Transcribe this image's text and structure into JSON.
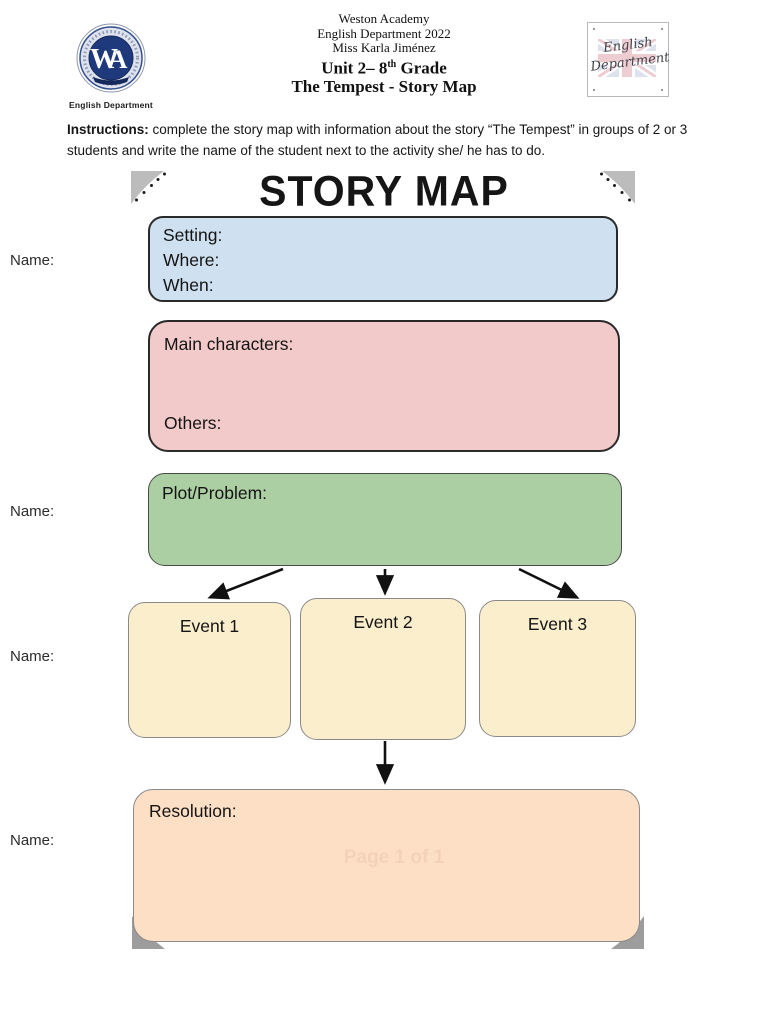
{
  "header": {
    "line1": "Weston Academy",
    "line2": "English Department 2022",
    "line3": "Miss Karla Jiménez",
    "unit_prefix": "Unit 2– 8",
    "unit_sup": "th",
    "unit_suffix": " Grade",
    "title": "The Tempest - Story Map",
    "seal_monogram": "WA",
    "seal_caption": "English Department",
    "stamp_line1": "English",
    "stamp_line2": "Department"
  },
  "instructions": {
    "label": "Instructions:",
    "body": " complete the story map with information about the story “The Tempest” in groups of 2 or 3 students and write the name of the student next to the activity she/ he has to do."
  },
  "story_map": {
    "title": "STORY MAP",
    "setting": {
      "line1": "Setting:",
      "line2": "Where:",
      "line3": "When:"
    },
    "characters": {
      "main": "Main characters:",
      "others": "Others:"
    },
    "plot": {
      "label": "Plot/Problem:"
    },
    "events": [
      {
        "label": "Event 1"
      },
      {
        "label": "Event 2"
      },
      {
        "label": "Event 3"
      }
    ],
    "resolution": {
      "label": "Resolution:",
      "watermark": "Page 1 of 1"
    },
    "colors": {
      "setting": "#cfe1f0",
      "characters": "#f3caca",
      "plot": "#abcfa3",
      "event": "#fbeecd",
      "resolution": "#fcdfc5",
      "border_dark": "#2a2a2a",
      "arrow": "#111111"
    }
  },
  "name_labels": {
    "first": "Name:",
    "second": "Name:",
    "third": "Name:",
    "fourth": "Name:"
  }
}
